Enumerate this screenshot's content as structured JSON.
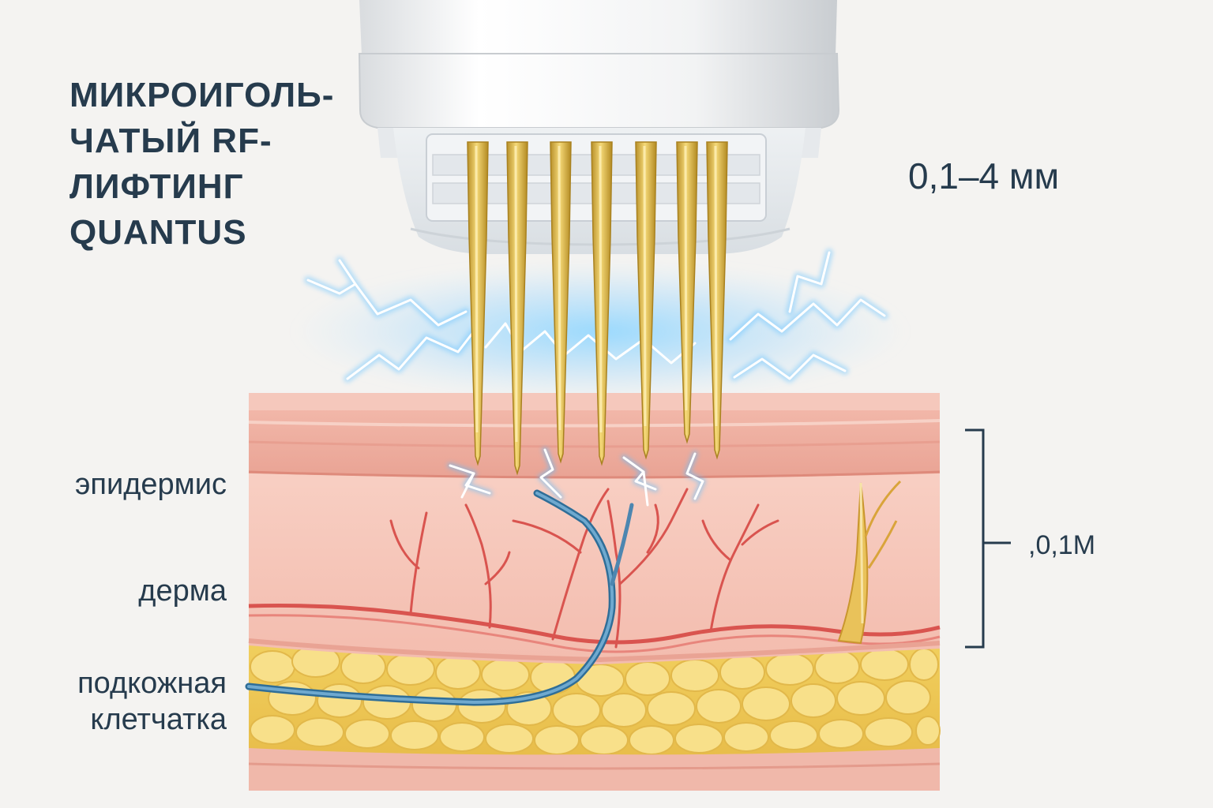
{
  "title": {
    "lines": [
      "МИКРОИГОЛЬ-",
      "ЧАТЫЙ RF-",
      "ЛИФТИНГ",
      "QUANTUS"
    ]
  },
  "depth_range": "0,1–4 мм",
  "layers": {
    "epidermis": "эпидермис",
    "dermis": "дерма",
    "hypodermis_line1": "подкожная",
    "hypodermis_line2": "клетчатка"
  },
  "scale_label": ",0,1М",
  "needle_count": 7,
  "colors": {
    "text": "#263b4d",
    "needle_gold": "#d9b23a",
    "epidermis": "#efb0a2",
    "dermis": "#f6c5b8",
    "fat": "#f3d56b",
    "vessel_red": "#d9544f",
    "vessel_blue": "#4d86b0",
    "spark_blue": "#7fcfff",
    "background": "#f4f3f1"
  }
}
